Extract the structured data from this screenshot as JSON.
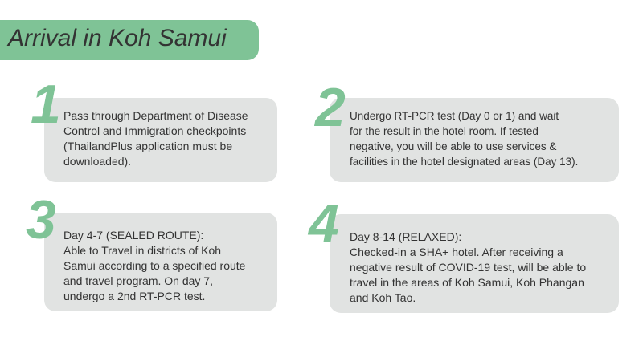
{
  "title": "Arrival in Koh Samui",
  "accent": "#7fc396",
  "steps": [
    {
      "number": "1",
      "lines": [
        "Pass through Department of Disease",
        "Control and Immigration checkpoints",
        "(ThailandPlus application must be",
        "downloaded)."
      ]
    },
    {
      "number": "2",
      "lines": [
        "Undergo RT-PCR test (Day 0 or 1) and wait",
        "for the result in the hotel room. If tested",
        "negative, you will be able to use services &",
        "facilities in the hotel designated areas (Day 13)."
      ]
    },
    {
      "number": "3",
      "lines": [
        "Day 4-7 (SEALED ROUTE):",
        "Able to Travel in districts of Koh",
        "Samui according to a specified route",
        "and travel program. On day 7,",
        "undergo a 2nd RT-PCR test."
      ]
    },
    {
      "number": "4",
      "lines": [
        "Day 8-14 (RELAXED):",
        "Checked-in a SHA+ hotel. After receiving a",
        "negative result of COVID-19 test, will be able to",
        "travel in the areas of Koh Samui, Koh Phangan",
        "and Koh Tao."
      ]
    }
  ]
}
